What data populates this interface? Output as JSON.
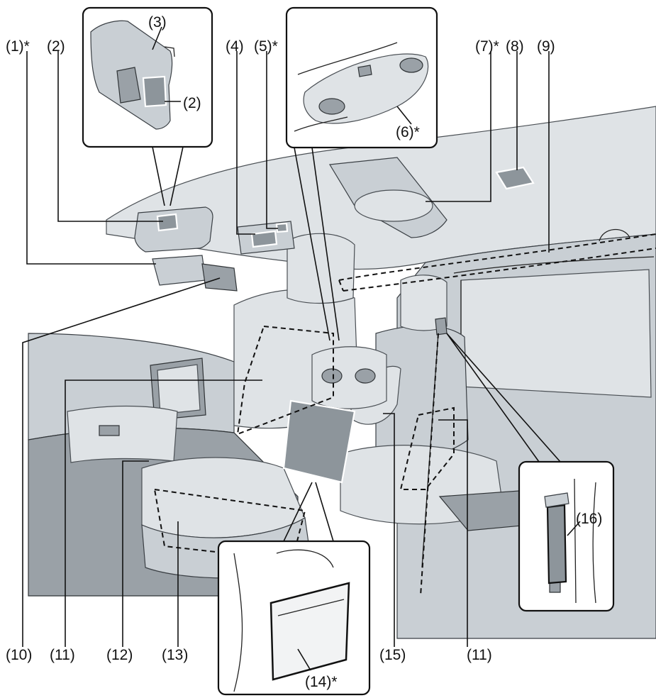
{
  "callouts": [
    {
      "id": "1",
      "text": "(1)*"
    },
    {
      "id": "2a",
      "text": "(2)"
    },
    {
      "id": "2b",
      "text": "(2)"
    },
    {
      "id": "3",
      "text": "(3)"
    },
    {
      "id": "4",
      "text": "(4)"
    },
    {
      "id": "5",
      "text": "(5)*"
    },
    {
      "id": "6",
      "text": "(6)*"
    },
    {
      "id": "7",
      "text": "(7)*"
    },
    {
      "id": "8",
      "text": "(8)"
    },
    {
      "id": "9",
      "text": "(9)"
    },
    {
      "id": "10",
      "text": "(10)"
    },
    {
      "id": "11a",
      "text": "(11)"
    },
    {
      "id": "11b",
      "text": "(11)"
    },
    {
      "id": "12",
      "text": "(12)"
    },
    {
      "id": "13",
      "text": "(13)"
    },
    {
      "id": "14",
      "text": "(14)*"
    },
    {
      "id": "15",
      "text": "(15)"
    },
    {
      "id": "16",
      "text": "(16)"
    }
  ],
  "colors": {
    "interior": "#c9cfd4",
    "label_area": "#8d959b",
    "outline": "#111111"
  }
}
